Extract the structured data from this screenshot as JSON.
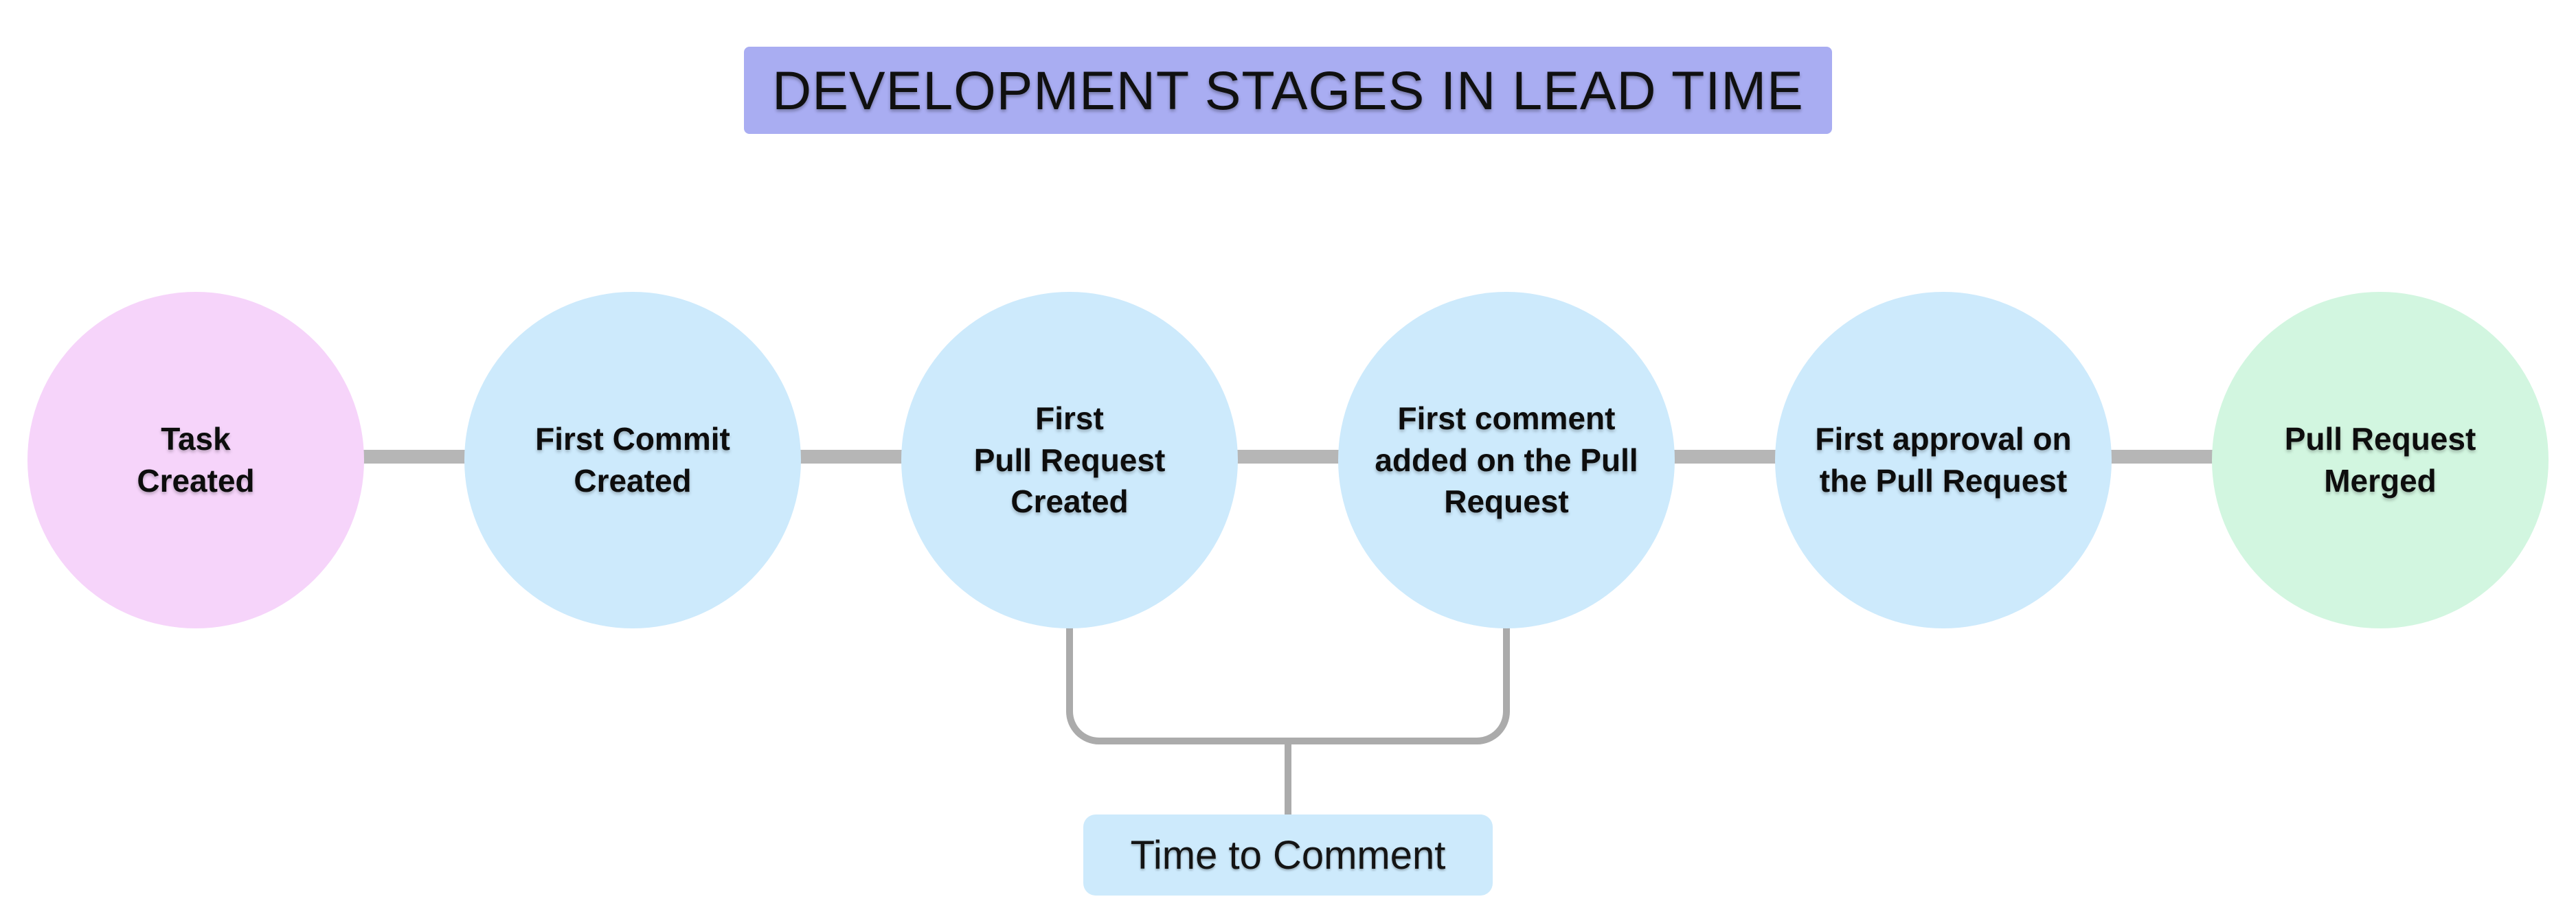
{
  "title": {
    "text": "DEVELOPMENT STAGES IN LEAD TIME",
    "bg_color": "#a9adf2",
    "text_color": "#101010"
  },
  "stages": [
    {
      "label": "Task\nCreated",
      "color": "#f6d4fa"
    },
    {
      "label": "First Commit\nCreated",
      "color": "#cdeafc"
    },
    {
      "label": "First\nPull Request\nCreated",
      "color": "#cdeafc"
    },
    {
      "label": "First comment\nadded on the Pull\nRequest",
      "color": "#cdeafc"
    },
    {
      "label": "First approval on\nthe Pull Request",
      "color": "#cdeafc"
    },
    {
      "label": "Pull Request\nMerged",
      "color": "#d2f6e0"
    }
  ],
  "annotation": {
    "label": "Time to Comment",
    "bg_color": "#cdeafc",
    "connects_stage_indices": [
      2,
      3
    ]
  },
  "colors": {
    "background": "#ffffff",
    "connector": "#b6b6b6",
    "bracket": "#ababab"
  }
}
